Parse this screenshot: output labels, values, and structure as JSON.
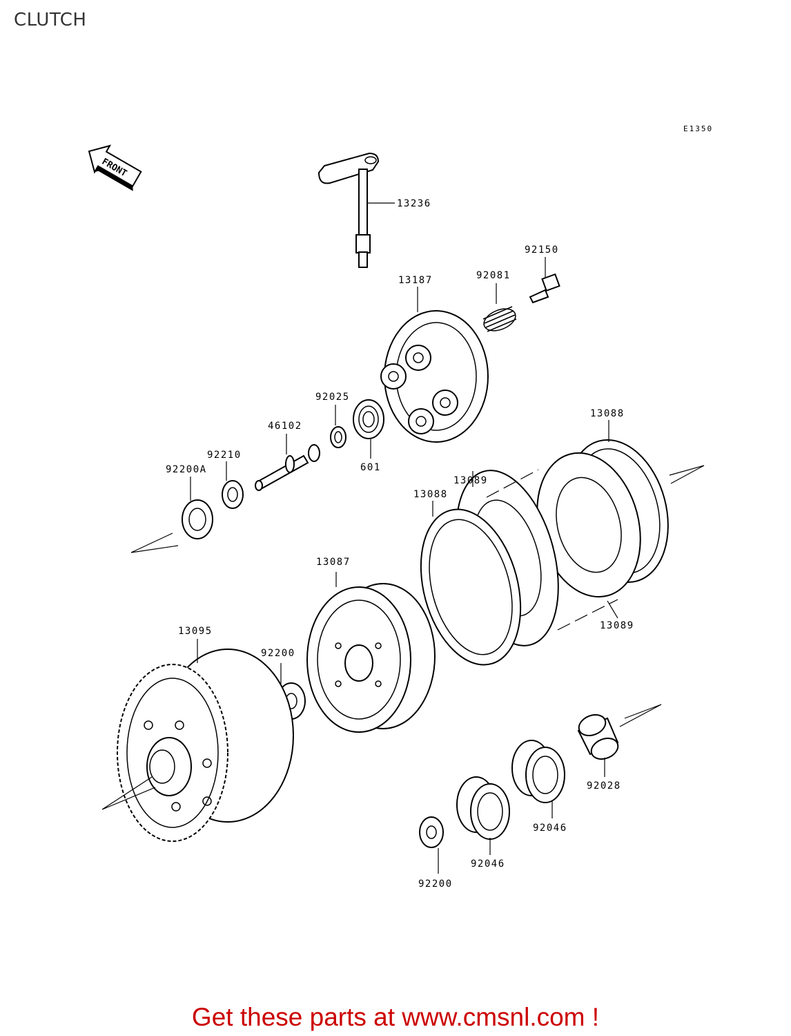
{
  "title": "CLUTCH",
  "diagram_code": "E1350",
  "front_arrow_label": "FRONT",
  "parts": [
    {
      "id": "13236"
    },
    {
      "id": "92150"
    },
    {
      "id": "13187"
    },
    {
      "id": "92081"
    },
    {
      "id": "92025"
    },
    {
      "id": "46102"
    },
    {
      "id": "601"
    },
    {
      "id": "92210"
    },
    {
      "id": "92200A"
    },
    {
      "id": "13088"
    },
    {
      "id": "13089"
    },
    {
      "id": "13088"
    },
    {
      "id": "13087"
    },
    {
      "id": "13089"
    },
    {
      "id": "13095"
    },
    {
      "id": "92200"
    },
    {
      "id": "92028"
    },
    {
      "id": "92046"
    },
    {
      "id": "92046"
    },
    {
      "id": "92200"
    }
  ],
  "footer_cta": "Get these parts at www.cmsnl.com !"
}
